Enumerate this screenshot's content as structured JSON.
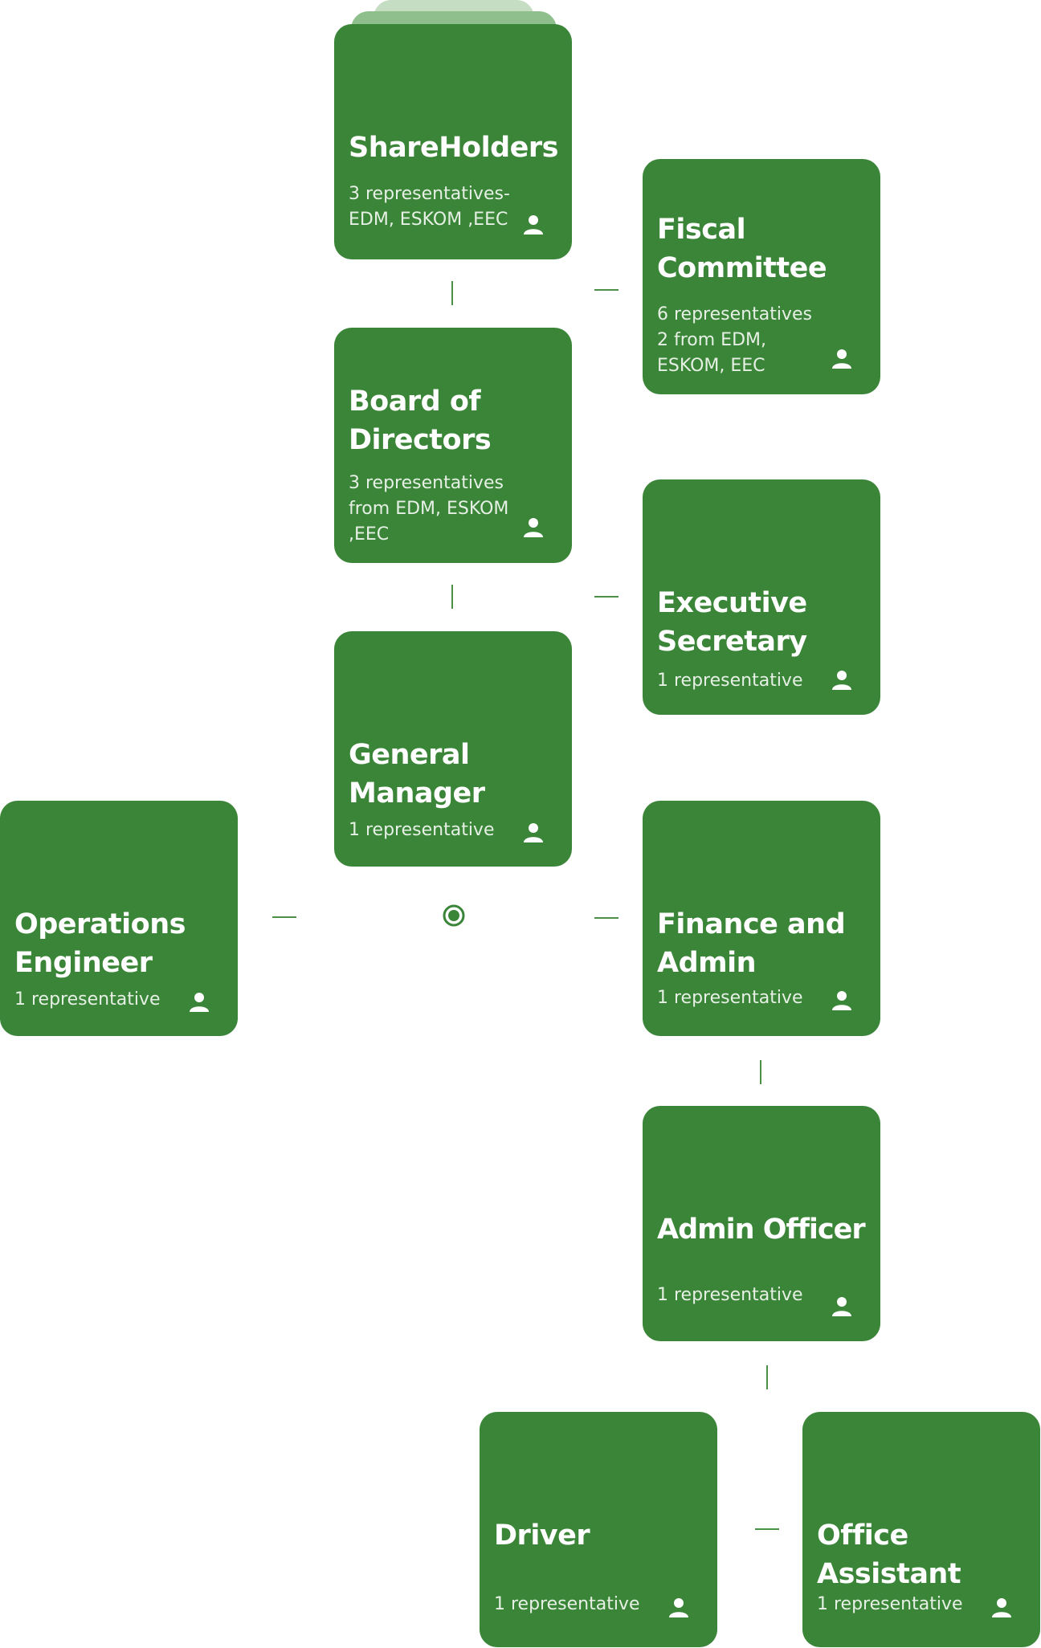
{
  "colors": {
    "card": "#3b8538",
    "text": "#ffffff",
    "connector": "#4a9146",
    "stack_back": "#c5ddc3",
    "stack_mid": "#8fbf8c"
  },
  "icons": {
    "representative": "person-icon",
    "root": "radio-target-icon"
  },
  "nodes": {
    "shareholders": {
      "title": "ShareHolders",
      "subtitle": "3 representatives-\nEDM, ESKOM ,EEC"
    },
    "fiscal_committee": {
      "title": "Fiscal\nCommittee",
      "subtitle": "6 representatives\n2 from EDM,\nESKOM, EEC"
    },
    "board_of_directors": {
      "title": "Board of\nDirectors",
      "subtitle": "3 representatives\nfrom EDM, ESKOM\n,EEC"
    },
    "executive_secretary": {
      "title": "Executive\nSecretary",
      "subtitle": "1 representative"
    },
    "general_manager": {
      "title": "General\nManager",
      "subtitle": "1 representative"
    },
    "operations_engineer": {
      "title": "Operations\nEngineer",
      "subtitle": "1 representative"
    },
    "finance_and_admin": {
      "title": "Finance and\nAdmin",
      "subtitle": "1 representative"
    },
    "admin_officer": {
      "title": "Admin Officer",
      "subtitle": "1 representative"
    },
    "driver": {
      "title": "Driver",
      "subtitle": "1 representative"
    },
    "office_assistant": {
      "title": "Office\nAssistant",
      "subtitle": "1 representative"
    }
  }
}
